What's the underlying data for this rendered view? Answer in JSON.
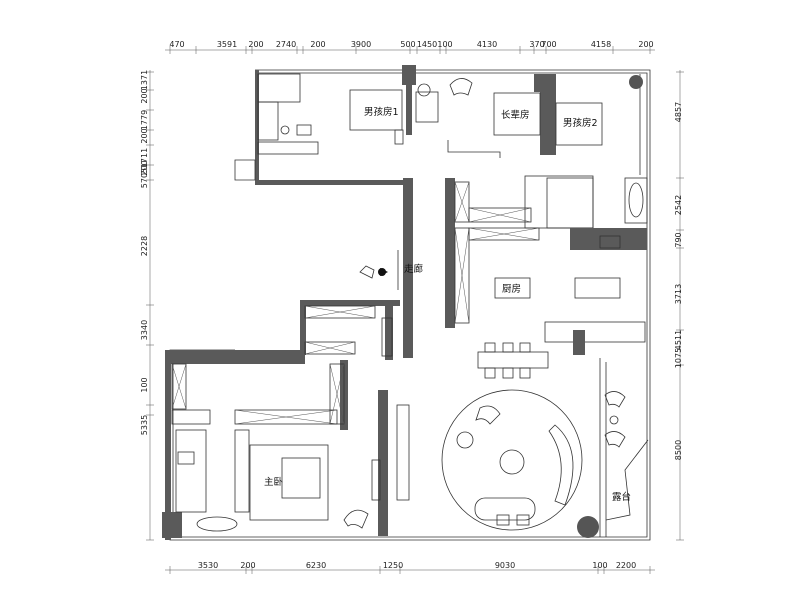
{
  "dimensions": {
    "top": [
      "470",
      "3591",
      "200",
      "2740",
      "200",
      "3900",
      "500",
      "1450",
      "100",
      "4130",
      "370",
      "700",
      "4158",
      "200"
    ],
    "bottom": [
      "3530",
      "200",
      "6230",
      "1250",
      "9030",
      "100",
      "2200"
    ],
    "left": [
      "1371",
      "200",
      "1779",
      "200",
      "1711",
      "200",
      "5705",
      "2228",
      "3340",
      "100",
      "5335"
    ],
    "right": [
      "4857",
      "2542",
      "790",
      "3713",
      "4511",
      "1075",
      "8500"
    ]
  },
  "rooms": {
    "boy_room_1": "男孩房1",
    "elder_room": "长辈房",
    "boy_room_2": "男孩房2",
    "corridor": "走廊",
    "kitchen": "厨房",
    "master_bedroom": "主卧",
    "terrace": "露台"
  }
}
